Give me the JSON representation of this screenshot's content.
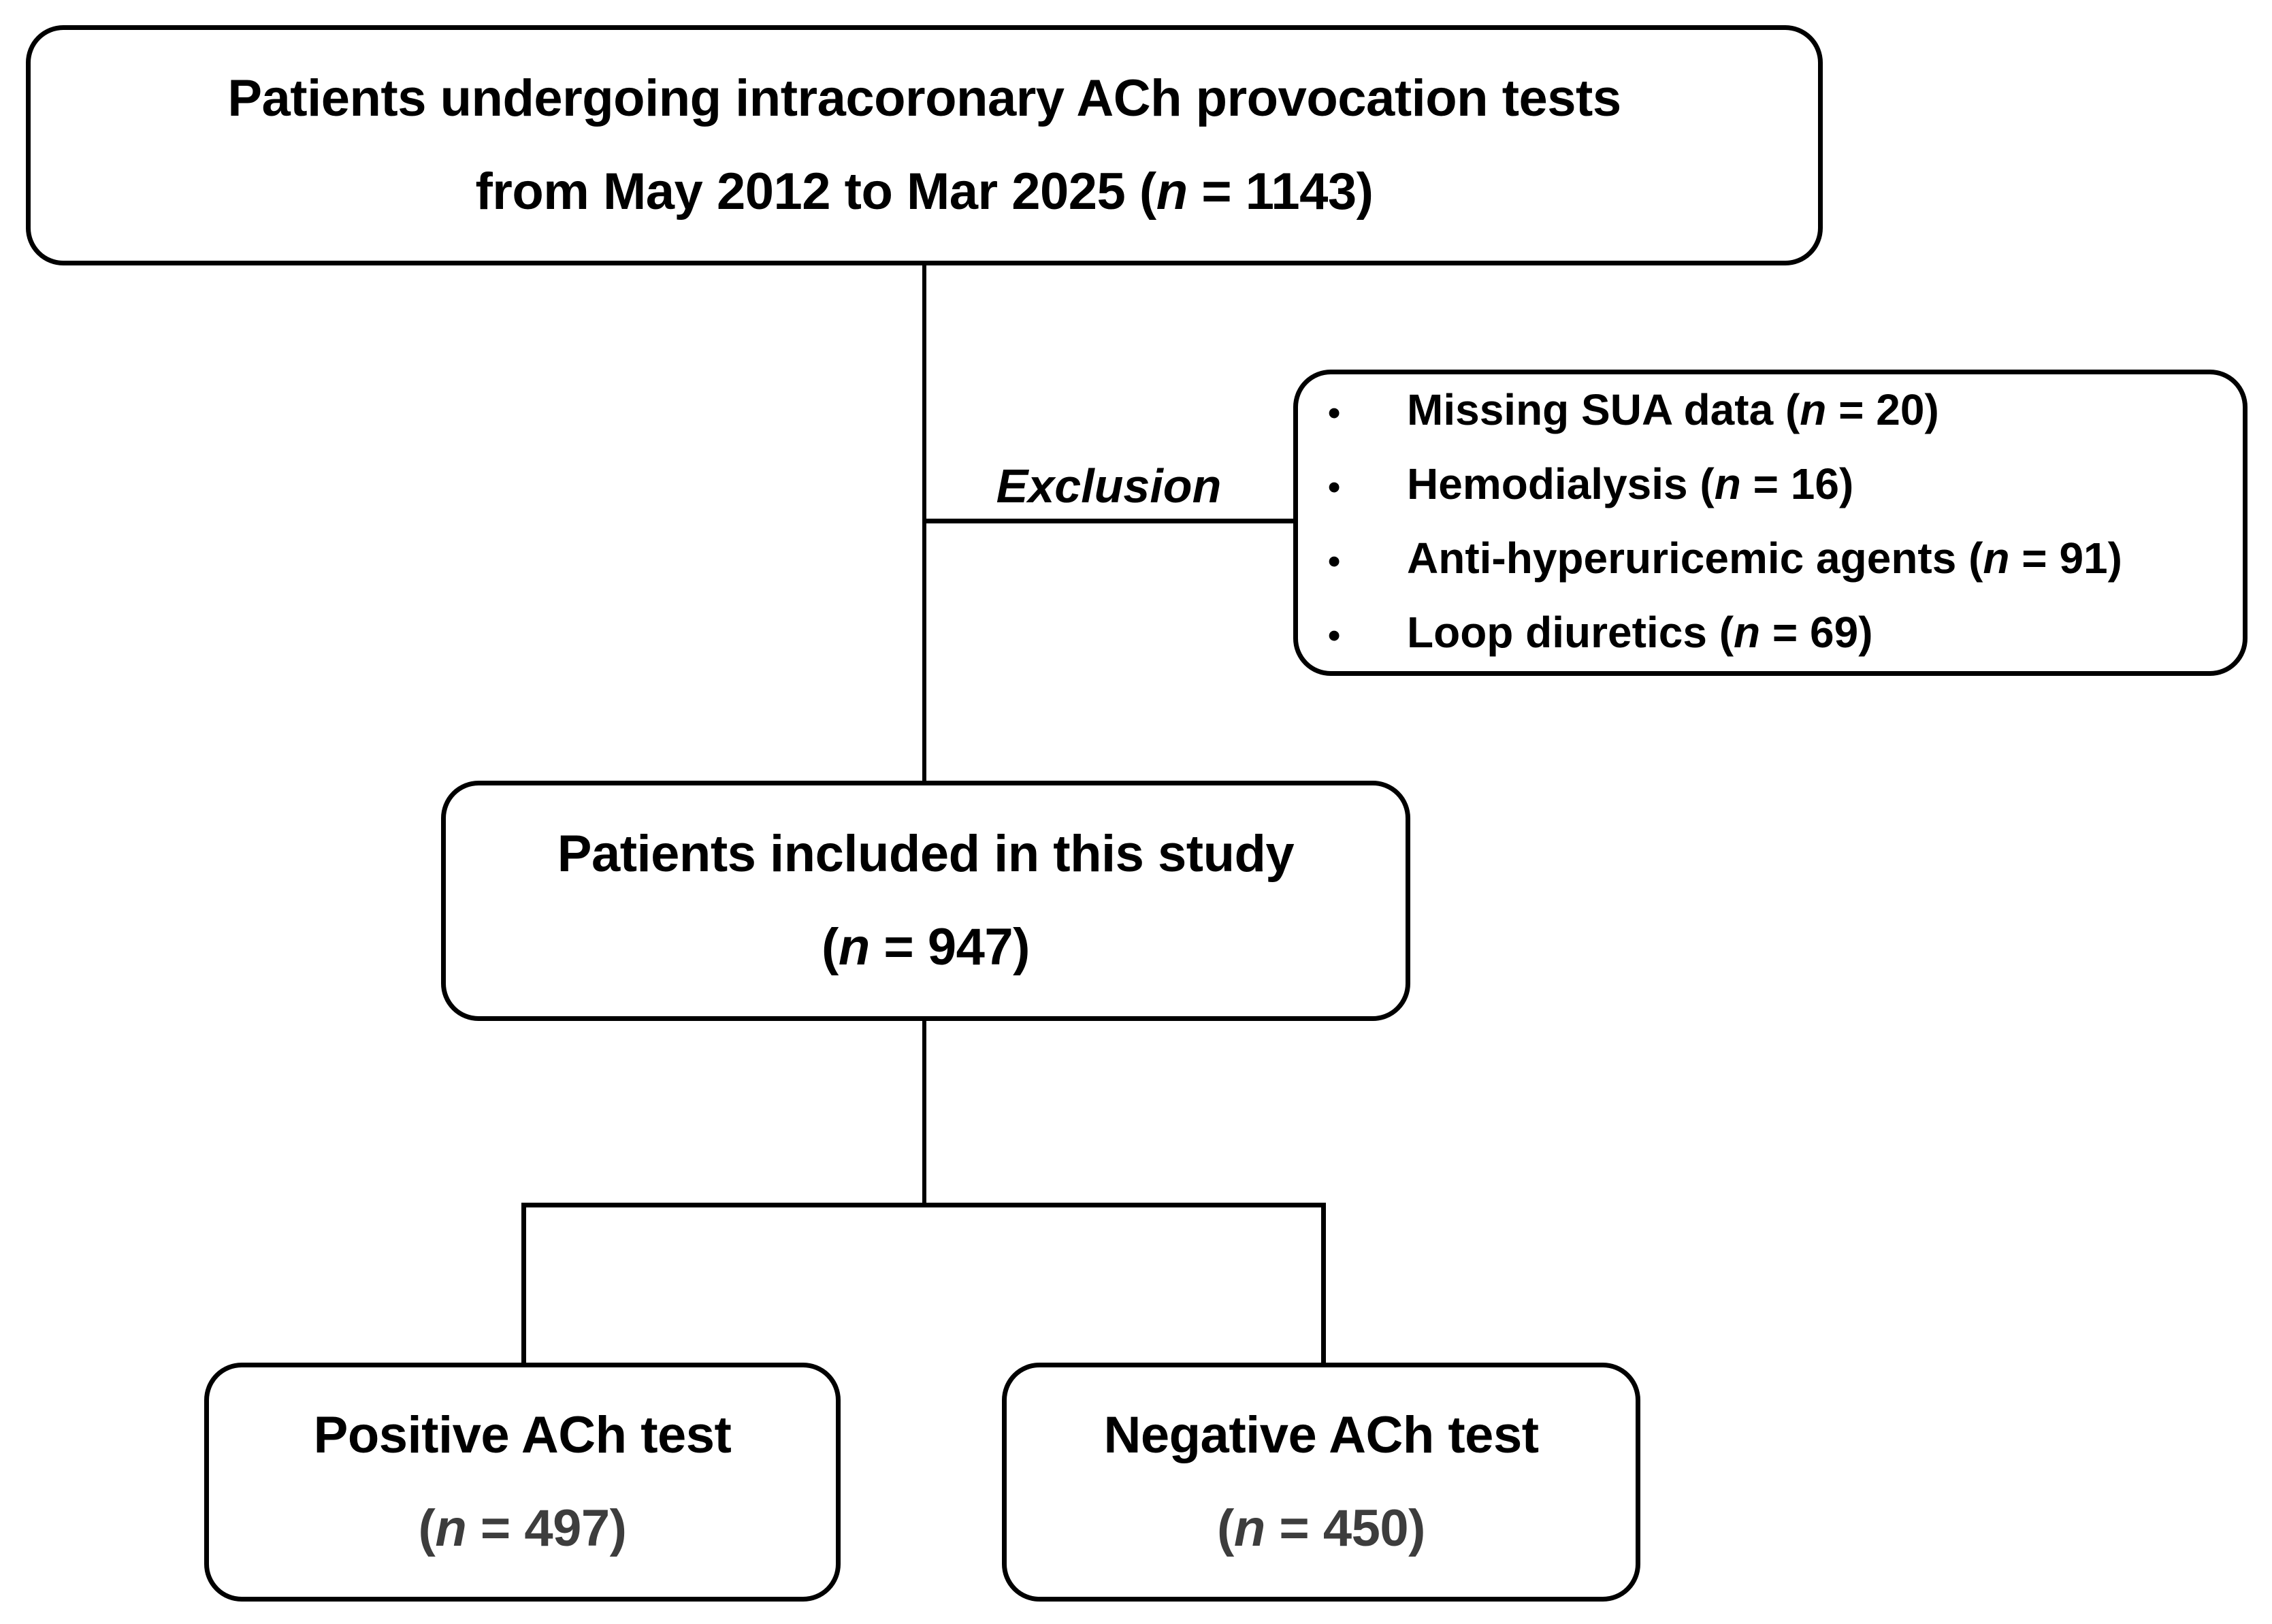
{
  "figure": {
    "background_color": "#ffffff",
    "line_color": "#000000",
    "muted_text_color": "#3d3d3d"
  },
  "glyphs": {
    "bullet": "•"
  },
  "boxes": {
    "source": {
      "line1": "Patients undergoing intracoronary ACh provocation tests",
      "line2_prefix": "from May 2012 to Mar 2025 (",
      "n": "n",
      "line2_suffix": " = 1143)"
    },
    "exclusion": {
      "label": "Exclusion",
      "items": [
        {
          "prefix": "Missing SUA data (",
          "n": "n",
          "suffix": " = 20)"
        },
        {
          "prefix": "Hemodialysis (",
          "n": "n",
          "suffix": " = 16)"
        },
        {
          "prefix": "Anti-hyperuricemic agents (",
          "n": "n",
          "suffix": " = 91)"
        },
        {
          "prefix": "Loop diuretics (",
          "n": "n",
          "suffix": " = 69)"
        }
      ]
    },
    "included": {
      "line1": "Patients included in this study",
      "line2_prefix": "(",
      "n": "n",
      "line2_suffix": " = 947)"
    },
    "positive": {
      "line1": "Positive ACh test",
      "line2_prefix": "(",
      "n": "n",
      "line2_suffix": " = 497)"
    },
    "negative": {
      "line1": "Negative ACh test",
      "line2_prefix": "(",
      "n": "n",
      "line2_suffix": " = 450)"
    }
  }
}
